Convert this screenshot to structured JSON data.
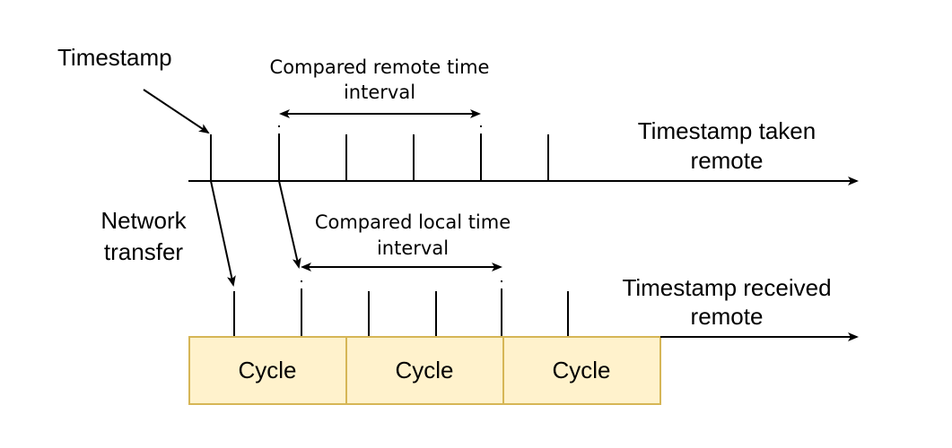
{
  "labels": {
    "timestamp": "Timestamp",
    "network_transfer": [
      "Network",
      "transfer"
    ],
    "remote_interval": [
      "Compared remote time",
      "interval"
    ],
    "local_interval": [
      "Compared local time",
      "interval"
    ],
    "taken_axis": [
      "Timestamp taken",
      "remote"
    ],
    "received_axis": [
      "Timestamp received",
      "remote"
    ]
  },
  "cycles": [
    "Cycle",
    "Cycle",
    "Cycle"
  ],
  "colors": {
    "cycle_fill": "#fff2cc",
    "cycle_stroke": "#d6b656",
    "line": "#000000"
  }
}
